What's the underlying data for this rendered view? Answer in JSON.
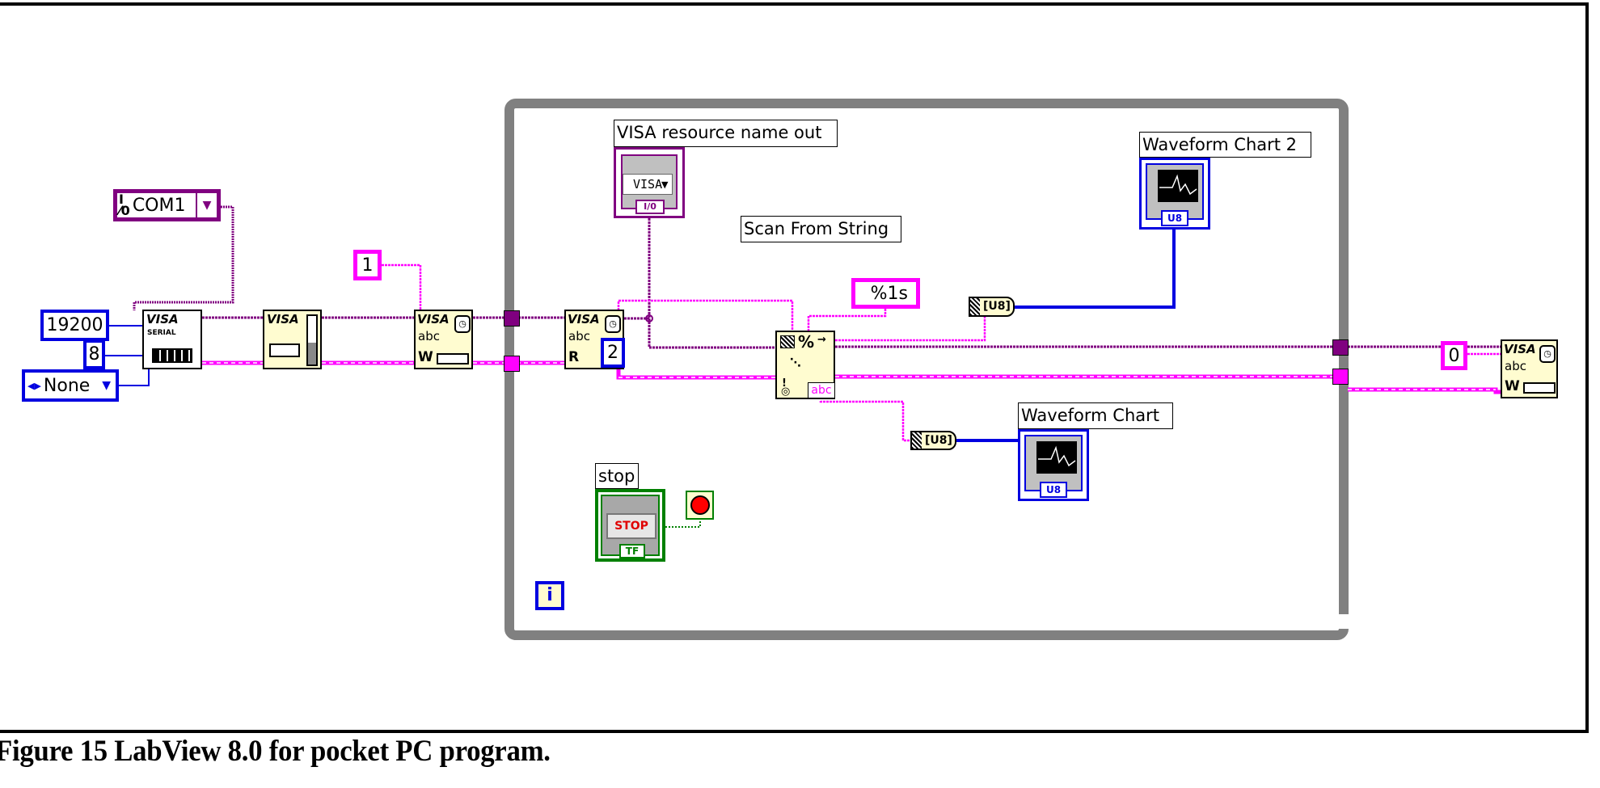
{
  "figure": {
    "caption": "Figure 15 LabView 8.0 for pocket PC program."
  },
  "colors": {
    "visa_wire": "#800080",
    "string_wire": "#ff00ff",
    "numeric_wire": "#0000e0",
    "boolean_wire": "#008000",
    "loop_border": "#808080",
    "node_fill": "#fffcd0"
  },
  "inputs": {
    "resource": {
      "value": "COM1",
      "icon": "io-resource-icon"
    },
    "baud_rate": {
      "value": "19200"
    },
    "data_bits": {
      "value": "8"
    },
    "parity": {
      "value": "None",
      "icon": "enum-arrows-icon"
    }
  },
  "nodes": {
    "serial_config": {
      "line1": "VISA",
      "line2": "SERIAL"
    },
    "flush": {
      "line1": "VISA"
    },
    "write1": {
      "line1": "VISA",
      "line2": "abc",
      "mode": "W"
    },
    "read": {
      "line1": "VISA",
      "line2": "abc",
      "mode": "R"
    },
    "scan": {
      "label": "Scan From String",
      "output_tag": "abc"
    },
    "write2": {
      "line1": "VISA",
      "line2": "abc",
      "mode": "W"
    }
  },
  "constants": {
    "write1_string": "1",
    "read_count": "2",
    "format_string": "%1s",
    "write2_string": "0"
  },
  "indicators": {
    "resource_out": {
      "label": "VISA resource name out",
      "text": "VISA",
      "tag": "I/0"
    },
    "chart2": {
      "label": "Waveform Chart 2",
      "tag": "U8"
    },
    "chart1": {
      "label": "Waveform Chart",
      "tag": "U8"
    },
    "conv_u8_top": {
      "text": "[U8]"
    },
    "conv_u8_bottom": {
      "text": "[U8]"
    }
  },
  "loop": {
    "stop_label": "stop",
    "stop_button_text": "STOP",
    "stop_tag": "TF",
    "iteration_text": "i"
  }
}
